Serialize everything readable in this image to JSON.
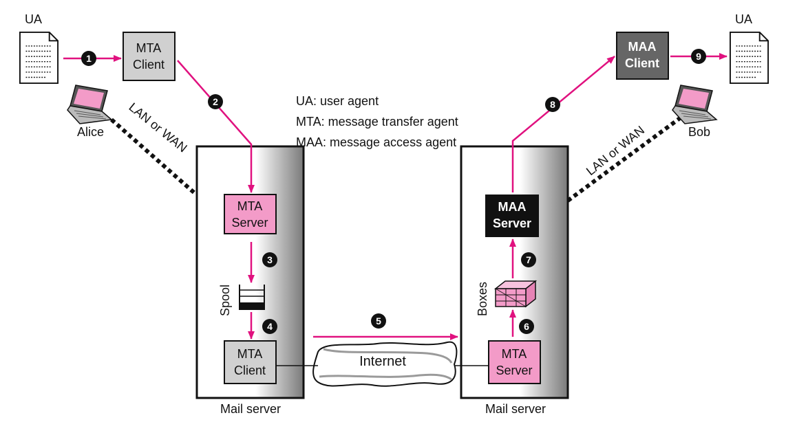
{
  "labels": {
    "ua_left": "UA",
    "ua_right": "UA",
    "alice": "Alice",
    "bob": "Bob",
    "lan_left": "LAN or WAN",
    "lan_right": "LAN or WAN",
    "mail_server_left": "Mail server",
    "mail_server_right": "Mail server",
    "spool": "Spool",
    "boxes": "Boxes",
    "internet": "Internet"
  },
  "boxes": {
    "mta_client_top": [
      "MTA",
      "Client"
    ],
    "mta_server_left": [
      "MTA",
      "Server"
    ],
    "mta_client_bottom": [
      "MTA",
      "Client"
    ],
    "mta_server_right": [
      "MTA",
      "Server"
    ],
    "maa_server": [
      "MAA",
      "Server"
    ],
    "maa_client": [
      "MAA",
      "Client"
    ]
  },
  "legend": [
    "UA: user agent",
    "MTA: message transfer agent",
    "MAA: message access agent"
  ],
  "steps": [
    "1",
    "2",
    "3",
    "4",
    "5",
    "6",
    "7",
    "8",
    "9"
  ],
  "colors": {
    "arrow": "#e0117f",
    "pink_box": "#f39bc8",
    "gray_box": "#d0d0d0",
    "black_box": "#111111",
    "dark_gray_box": "#666666"
  }
}
